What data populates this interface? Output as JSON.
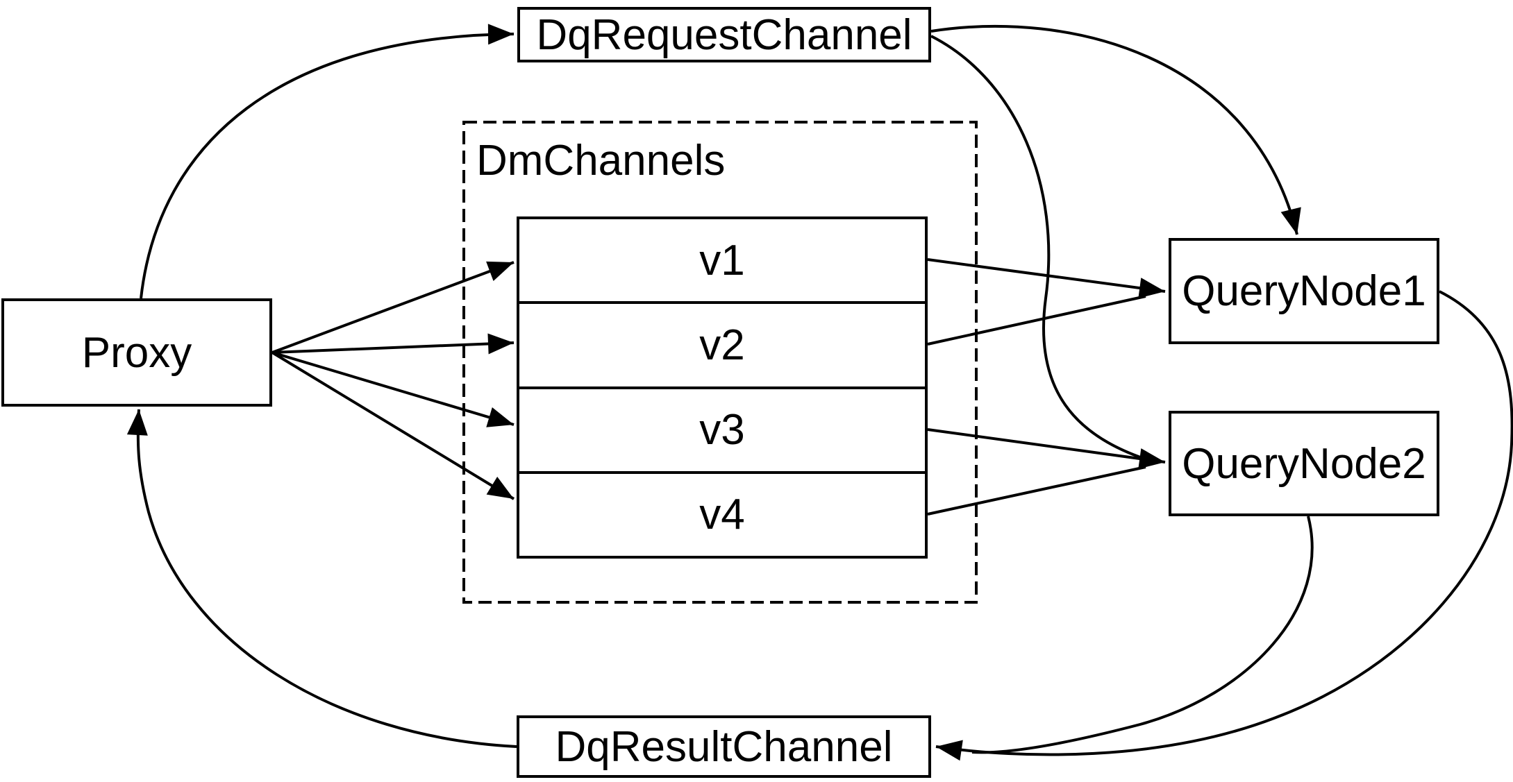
{
  "diagram": {
    "background_color": "#ffffff",
    "line_color": "#000000",
    "box_fill_color": "#ffffff",
    "nodes": {
      "proxy": {
        "label": "Proxy"
      },
      "dq_request_channel": {
        "label": "DqRequestChannel"
      },
      "dm_channels_group": {
        "label": "DmChannels"
      },
      "channels": [
        "v1",
        "v2",
        "v3",
        "v4"
      ],
      "query_node_1": {
        "label": "QueryNode1"
      },
      "query_node_2": {
        "label": "QueryNode2"
      },
      "dq_result_channel": {
        "label": "DqResultChannel"
      }
    },
    "edges": [
      {
        "from": "Proxy",
        "to": "DqRequestChannel"
      },
      {
        "from": "Proxy",
        "to": "v1"
      },
      {
        "from": "Proxy",
        "to": "v2"
      },
      {
        "from": "Proxy",
        "to": "v3"
      },
      {
        "from": "Proxy",
        "to": "v4"
      },
      {
        "from": "v1",
        "to": "QueryNode1"
      },
      {
        "from": "v2",
        "to": "QueryNode1"
      },
      {
        "from": "v3",
        "to": "QueryNode2"
      },
      {
        "from": "v4",
        "to": "QueryNode2"
      },
      {
        "from": "DqRequestChannel",
        "to": "QueryNode1"
      },
      {
        "from": "DqRequestChannel",
        "to": "QueryNode2"
      },
      {
        "from": "QueryNode1",
        "to": "DqResultChannel"
      },
      {
        "from": "QueryNode2",
        "to": "DqResultChannel"
      },
      {
        "from": "DqResultChannel",
        "to": "Proxy"
      }
    ]
  }
}
